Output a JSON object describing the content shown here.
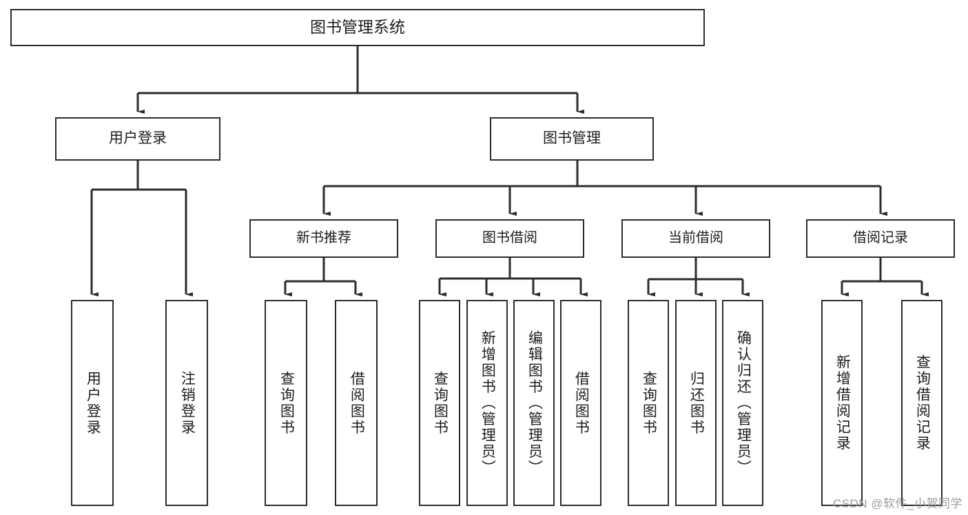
{
  "diagram": {
    "type": "tree",
    "title": "图书管理系统",
    "watermark": "CSDN @软件_小贺同学",
    "colors": {
      "box_border": "#2b2b2b",
      "box_fill": "#ffffff",
      "connector": "#2b2b2b",
      "text": "#1c1c1c",
      "watermark": "#9b9b9b"
    },
    "nodes": {
      "root": {
        "label": "图书管理系统"
      },
      "level1": [
        {
          "label": "用户登录"
        },
        {
          "label": "图书管理"
        }
      ],
      "level2": [
        {
          "label": "新书推荐"
        },
        {
          "label": "图书借阅"
        },
        {
          "label": "当前借阅"
        },
        {
          "label": "借阅记录"
        }
      ],
      "leaves_user_login": [
        {
          "label": "用户登录"
        },
        {
          "label": "注销登录"
        }
      ],
      "leaves_new_book": [
        {
          "label": "查询图书"
        },
        {
          "label": "借阅图书"
        }
      ],
      "leaves_borrow": [
        {
          "label": "查询图书"
        },
        {
          "label": "新增图书（管理员）"
        },
        {
          "label": "编辑图书（管理员）"
        },
        {
          "label": "借阅图书"
        }
      ],
      "leaves_current": [
        {
          "label": "查询图书"
        },
        {
          "label": "归还图书"
        },
        {
          "label": "确认归还（管理员）"
        }
      ],
      "leaves_record": [
        {
          "label": "新增借阅记录"
        },
        {
          "label": "查询借阅记录"
        }
      ]
    }
  }
}
